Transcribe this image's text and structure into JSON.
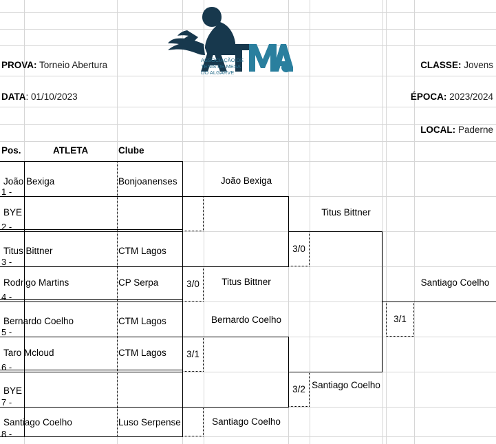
{
  "meta": {
    "org_name": "ATMA.",
    "org_sub_line1": "ASSOCIAÇÃO DE",
    "org_sub_line2": "TENIS DE MESA",
    "org_sub_line3": "DO ALGARVE",
    "logo_dark": "#17384d",
    "logo_teal": "#2a7f9e"
  },
  "header": {
    "prova_label": "PROVA:",
    "prova_value": "Torneio Abertura",
    "classe_label": "CLASSE:",
    "classe_value": "Jovens",
    "data_label": "DATA",
    "data_sep": ":",
    "data_value": "01/10/2023",
    "epoca_label": "ÉPOCA:",
    "epoca_value": "2023/2024",
    "local_label": "LOCAL:",
    "local_value": "Paderne"
  },
  "columns": {
    "pos": "Pos.",
    "atleta": "ATLETA",
    "clube": "Clube"
  },
  "chart_data": {
    "type": "table",
    "title": "Torneio Abertura - Jovens",
    "round1": [
      {
        "pos": "1 -",
        "name": "João Bexiga",
        "club": "Bonjoanenses"
      },
      {
        "pos": "2 -",
        "name": "BYE",
        "club": ""
      },
      {
        "pos": "3 -",
        "name": "Titus Bittner",
        "club": "CTM Lagos"
      },
      {
        "pos": "4 -",
        "name": "Rodrigo Martins",
        "club": "CP Serpa"
      },
      {
        "pos": "5 -",
        "name": "Bernardo Coelho",
        "club": "CTM Lagos"
      },
      {
        "pos": "6 -",
        "name": "Taro Mcloud",
        "club": "CTM Lagos"
      },
      {
        "pos": "7 -",
        "name": "BYE",
        "club": ""
      },
      {
        "pos": "8 -",
        "name": "Santiago Coelho",
        "club": "Luso Serpense"
      }
    ],
    "round2": [
      {
        "winner": "João Bexiga",
        "score": ""
      },
      {
        "winner": "Titus Bittner",
        "score": "3/0"
      },
      {
        "winner": "Bernardo Coelho",
        "score": "3/1"
      },
      {
        "winner": "Santiago Coelho",
        "score": ""
      }
    ],
    "round3": [
      {
        "winner": "Titus Bittner",
        "score": "3/0"
      },
      {
        "winner": "Santiago Coelho",
        "score": "3/2"
      }
    ],
    "final": [
      {
        "winner": "Santiago Coelho",
        "score": "3/1"
      }
    ]
  }
}
